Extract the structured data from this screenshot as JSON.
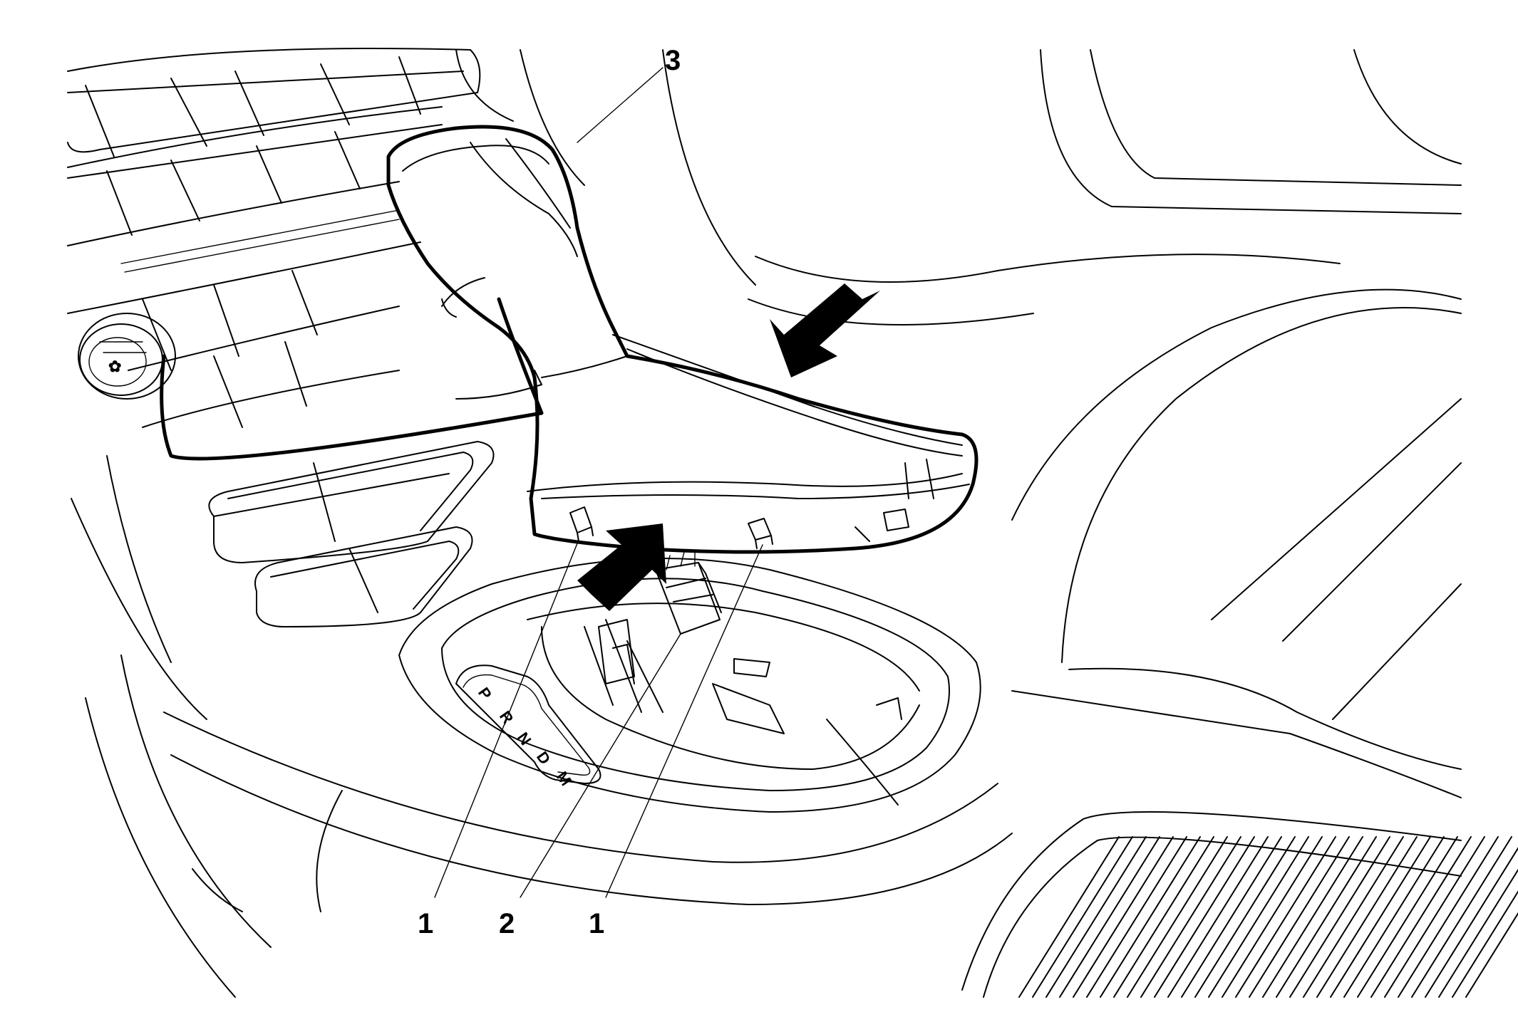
{
  "callouts": {
    "clip_left": "1",
    "connector": "2",
    "clip_right": "1",
    "shift_knob_cover": "3"
  },
  "shift_indicator": {
    "letters": [
      "P",
      "R",
      "N",
      "D",
      "M"
    ]
  }
}
